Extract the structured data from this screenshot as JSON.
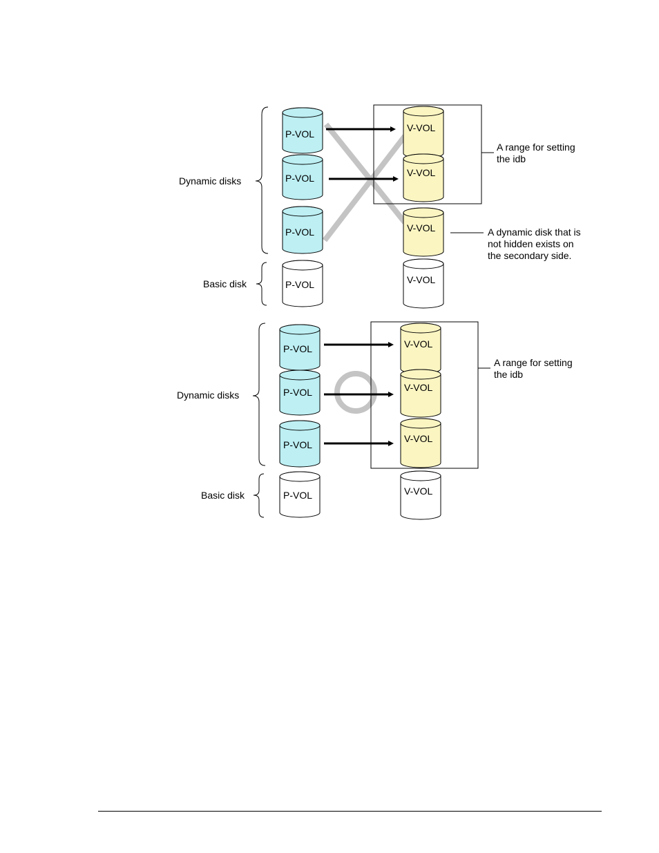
{
  "colors": {
    "primary_volume": "#bdeff3",
    "secondary_volume": "#fbf5c2",
    "basic_disk": "#ffffff",
    "forbidden_mark": "#c4c4c4",
    "ok_mark": "#c4c4c4"
  },
  "top_example": {
    "group_labels": {
      "dynamic": "Dynamic disks",
      "basic": "Basic disk"
    },
    "primary": {
      "dynamic": [
        "P-VOL",
        "P-VOL",
        "P-VOL"
      ],
      "basic": "P-VOL"
    },
    "secondary": {
      "dynamic": [
        "V-VOL",
        "V-VOL",
        "V-VOL"
      ],
      "basic": "V-VOL"
    },
    "range_note": [
      "A range for setting",
      "the idb"
    ],
    "warning_note": [
      "A dynamic disk that is",
      "not hidden exists on",
      "the secondary side."
    ],
    "mark_icon": "cross-mark-icon"
  },
  "bottom_example": {
    "group_labels": {
      "dynamic": "Dynamic disks",
      "basic": "Basic disk"
    },
    "primary": {
      "dynamic": [
        "P-VOL",
        "P-VOL",
        "P-VOL"
      ],
      "basic": "P-VOL"
    },
    "secondary": {
      "dynamic": [
        "V-VOL",
        "V-VOL",
        "V-VOL"
      ],
      "basic": "V-VOL"
    },
    "range_note": [
      "A range for setting",
      "the idb"
    ],
    "mark_icon": "circle-mark-icon"
  }
}
